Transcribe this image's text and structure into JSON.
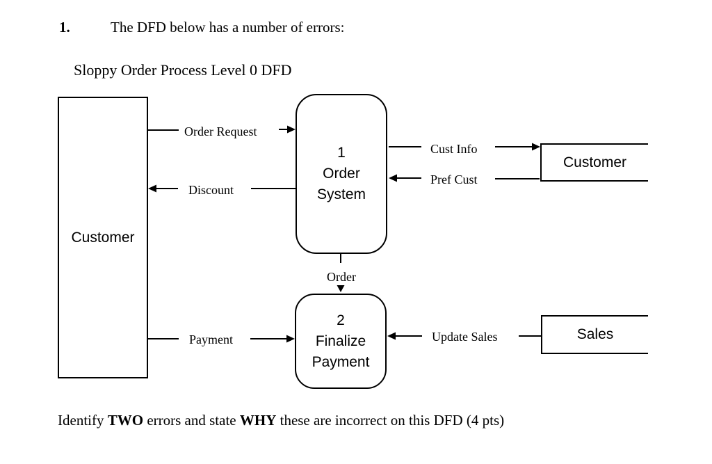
{
  "page": {
    "background": "#ffffff",
    "ink_color": "#000000"
  },
  "question": {
    "number": "1.",
    "text": "The DFD below has a number of errors:"
  },
  "diagram": {
    "title": "Sloppy Order Process Level 0 DFD",
    "entities": [
      {
        "id": "customer-left",
        "label": "Customer"
      },
      {
        "id": "customer-right",
        "label": "Customer"
      },
      {
        "id": "sales",
        "label": "Sales"
      }
    ],
    "processes": [
      {
        "id": "process-1",
        "number": "1",
        "name_line1": "Order",
        "name_line2": "System"
      },
      {
        "id": "process-2",
        "number": "2",
        "name_line1": "Finalize",
        "name_line2": "Payment"
      }
    ],
    "flows": [
      {
        "id": "order-request",
        "label": "Order Request",
        "from": "customer-left",
        "to": "process-1"
      },
      {
        "id": "discount",
        "label": "Discount",
        "from": "process-1",
        "to": "customer-left"
      },
      {
        "id": "cust-info",
        "label": "Cust Info",
        "from": "process-1",
        "to": "customer-right"
      },
      {
        "id": "pref-cust",
        "label": "Pref Cust",
        "from": "customer-right",
        "to": "process-1"
      },
      {
        "id": "order",
        "label": "Order",
        "from": "process-1",
        "to": "process-2"
      },
      {
        "id": "payment",
        "label": "Payment",
        "from": "customer-left",
        "to": "process-2"
      },
      {
        "id": "update-sales",
        "label": "Update Sales",
        "from": "sales",
        "to": "process-2"
      }
    ]
  },
  "footer": {
    "part1": "Identify ",
    "bold1": "TWO",
    "part2": " errors and state ",
    "bold2": "WHY",
    "part3": " these are incorrect on this DFD (4 pts)"
  }
}
